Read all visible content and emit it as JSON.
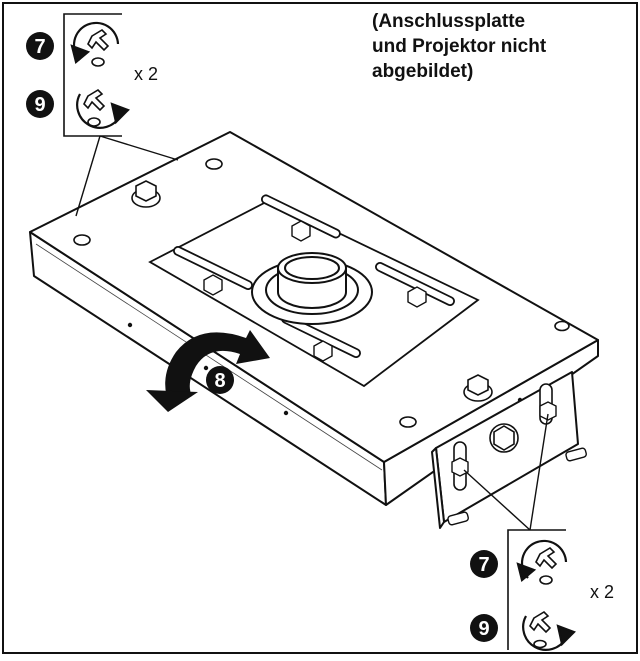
{
  "caption": {
    "line1": "(Anschlussplatte",
    "line2": "und Projektor nicht",
    "line3": "abgebildet)"
  },
  "callouts": {
    "top_loosen": "7",
    "top_tighten": "9",
    "top_multiplier": "x 2",
    "rotate": "8",
    "bottom_loosen": "7",
    "bottom_tighten": "9",
    "bottom_multiplier": "x 2"
  },
  "icons": [
    "wrench-loosen-icon",
    "wrench-tighten-icon",
    "rotate-arrow-icon"
  ],
  "colors": {
    "line": "#111111",
    "background": "#ffffff"
  }
}
